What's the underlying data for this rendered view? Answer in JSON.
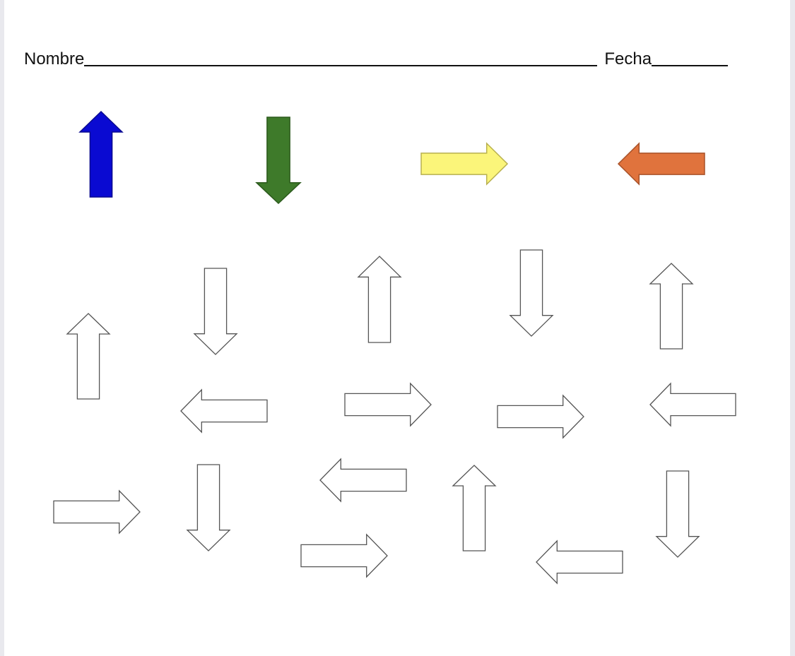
{
  "worksheet": {
    "name_label": "Nombre",
    "date_label": "Fecha"
  },
  "legend_arrows": [
    {
      "direction": "up",
      "color": "#0a0ad2",
      "stroke": "#0a0a90"
    },
    {
      "direction": "down",
      "color": "#3e7a2a",
      "stroke": "#2b5a1c"
    },
    {
      "direction": "right",
      "color": "#fbf57a",
      "stroke": "#b8b050"
    },
    {
      "direction": "left",
      "color": "#e0733d",
      "stroke": "#a8522a"
    }
  ],
  "outline_arrows": {
    "stroke": "#555555",
    "directions": [
      "up",
      "down",
      "up",
      "down",
      "up",
      "left",
      "right",
      "right",
      "left",
      "right",
      "down",
      "left",
      "right",
      "up",
      "left",
      "down"
    ]
  }
}
